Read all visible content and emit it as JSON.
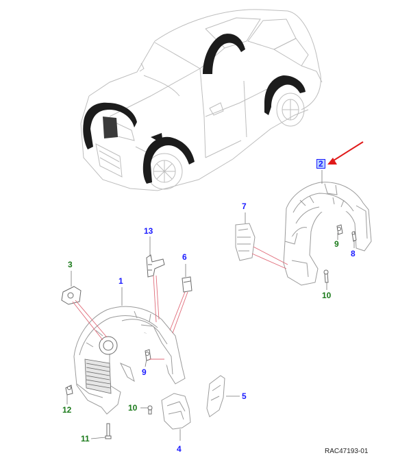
{
  "callouts": {
    "c1": "1",
    "c2": "2",
    "c3": "3",
    "c4": "4",
    "c5": "5",
    "c6": "6",
    "c7": "7",
    "c8": "8",
    "c9a": "9",
    "c9b": "9",
    "c10a": "10",
    "c10b": "10",
    "c11": "11",
    "c12": "12",
    "c13": "13"
  },
  "reference_code": "RAC47193-01",
  "colors": {
    "callout_blue": "#1a1aff",
    "callout_green": "#1a7a1a",
    "leader_line": "#e06a78",
    "arrow": "#e01a1a",
    "part_fill": "#1c1c1c",
    "outline": "#bdbdbd"
  },
  "icons": {
    "pointer": "red-arrow-icon"
  }
}
